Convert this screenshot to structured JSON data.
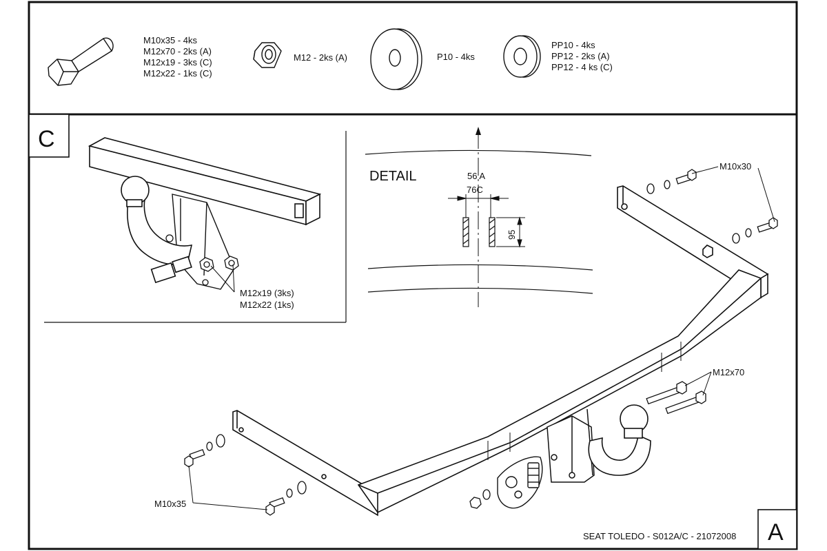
{
  "parts_list": {
    "bolt": [
      "M10x35 - 4ks",
      "M12x70 - 2ks (A)",
      "M12x19 - 3ks (C)",
      "M12x22 - 1ks (C)"
    ],
    "nut": "M12 - 2ks (A)",
    "flat_washer": "P10 - 4ks",
    "spring_washer": [
      "PP10 - 4ks",
      "PP12 - 2ks (A)",
      "PP12 - 4 ks (C)"
    ]
  },
  "variant_c": {
    "box_label": "C",
    "callout": [
      "M12x19 (3ks)",
      "M12x22 (1ks)"
    ]
  },
  "detail": {
    "title": "DETAIL",
    "dim_top_a": "56 A",
    "dim_top_c": "76C",
    "dim_side": "95"
  },
  "main_view": {
    "label_m10x30": "M10x30",
    "label_m12x70": "M12x70",
    "label_m10x35": "M10x35",
    "box_label": "A"
  },
  "footer": "SEAT TOLEDO - S012A/C - 21072008",
  "colors": {
    "line": "#111111",
    "background": "#ffffff"
  }
}
